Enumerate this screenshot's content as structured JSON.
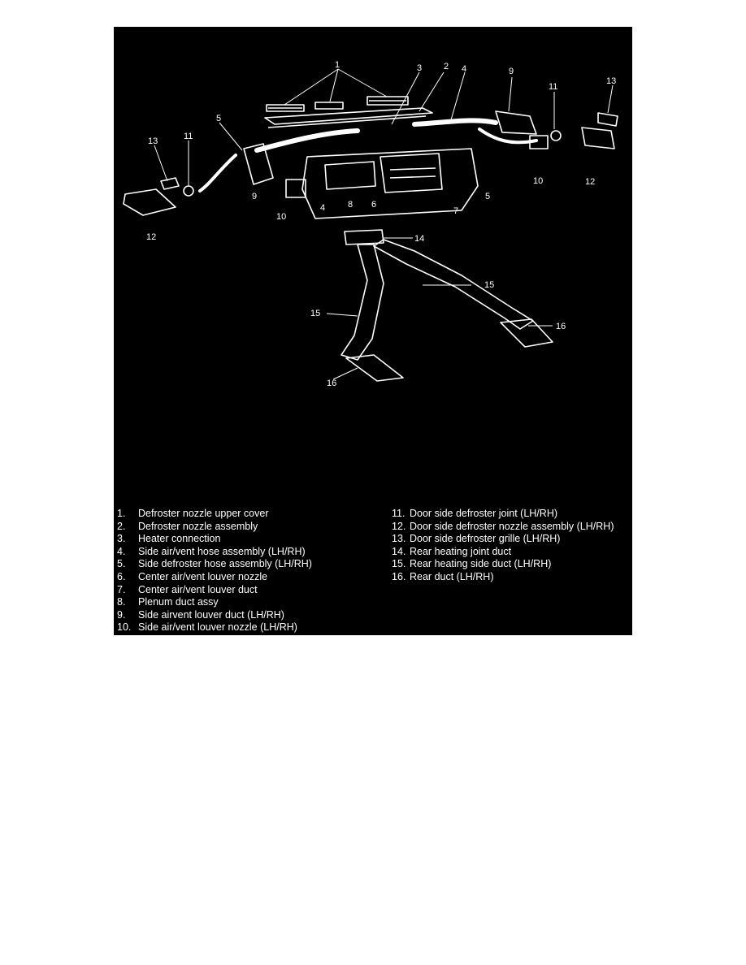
{
  "callouts": {
    "c1": "1",
    "c2": "2",
    "c3": "3",
    "c4": "4",
    "c5": "5",
    "c6": "6",
    "c7": "7",
    "c8": "8",
    "c9": "9",
    "c10": "10",
    "c11": "11",
    "c12": "12",
    "c13": "13",
    "c14": "14",
    "c15": "15",
    "c16": "16"
  },
  "legend": [
    {
      "num": "1.",
      "label": "Defroster nozzle upper cover"
    },
    {
      "num": "2.",
      "label": "Defroster nozzle assembly"
    },
    {
      "num": "3.",
      "label": "Heater connection"
    },
    {
      "num": "4.",
      "label": "Side air/vent hose assembly (LH/RH)"
    },
    {
      "num": "5.",
      "label": "Side defroster hose assembly (LH/RH)"
    },
    {
      "num": "6.",
      "label": "Center air/vent louver nozzle"
    },
    {
      "num": "7.",
      "label": "Center air/vent louver duct"
    },
    {
      "num": "8.",
      "label": "Plenum duct assy"
    },
    {
      "num": "9.",
      "label": "Side airvent louver duct (LH/RH)"
    },
    {
      "num": "10.",
      "label": "Side air/vent louver nozzle (LH/RH)"
    },
    {
      "num": "11.",
      "label": "Door side defroster joint (LH/RH)"
    },
    {
      "num": "12.",
      "label": "Door side defroster nozzle assembly (LH/RH)"
    },
    {
      "num": "13.",
      "label": "Door side defroster grille (LH/RH)"
    },
    {
      "num": "14.",
      "label": "Rear heating joint duct"
    },
    {
      "num": "15.",
      "label": "Rear heating side duct (LH/RH)"
    },
    {
      "num": "16.",
      "label": "Rear duct (LH/RH)"
    }
  ],
  "colors": {
    "background": "#000000",
    "ink": "#ffffff",
    "page": "#ffffff"
  }
}
